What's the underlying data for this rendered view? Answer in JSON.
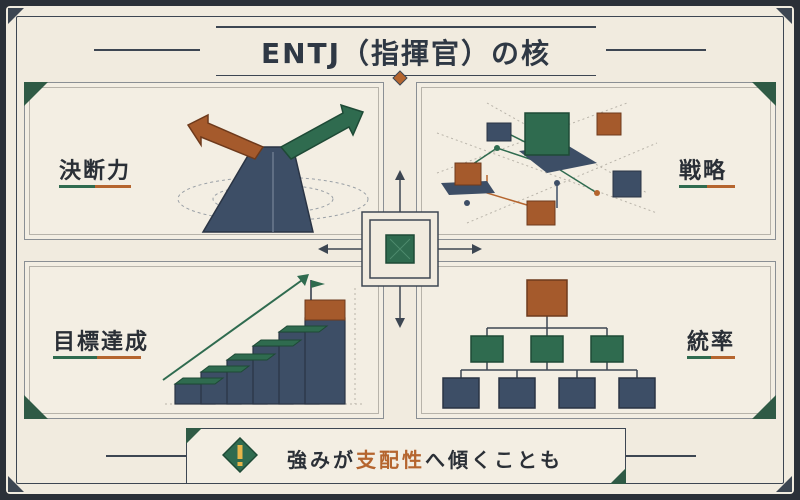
{
  "header": {
    "title": "ENTJ（指揮官）の核"
  },
  "panels": {
    "decisiveness": {
      "label": "決断力"
    },
    "strategy": {
      "label": "戦略"
    },
    "goal": {
      "label": "目標達成"
    },
    "command": {
      "label": "統率"
    }
  },
  "banner": {
    "text_a": "強みが",
    "text_accent": "支配性",
    "text_b": "へ傾くことも"
  },
  "icons": {
    "alert": "exclamation-icon",
    "arrows": "diverging-arrows-icon",
    "network": "strategy-network-icon",
    "stairs": "stair-growth-icon",
    "hierarchy": "org-hierarchy-icon",
    "crosshair": "compass-crosshair-icon"
  },
  "colors": {
    "navy": "#3d4e66",
    "green": "#2f6b4f",
    "copper": "#b5652e",
    "paper": "#f1ebdf"
  }
}
